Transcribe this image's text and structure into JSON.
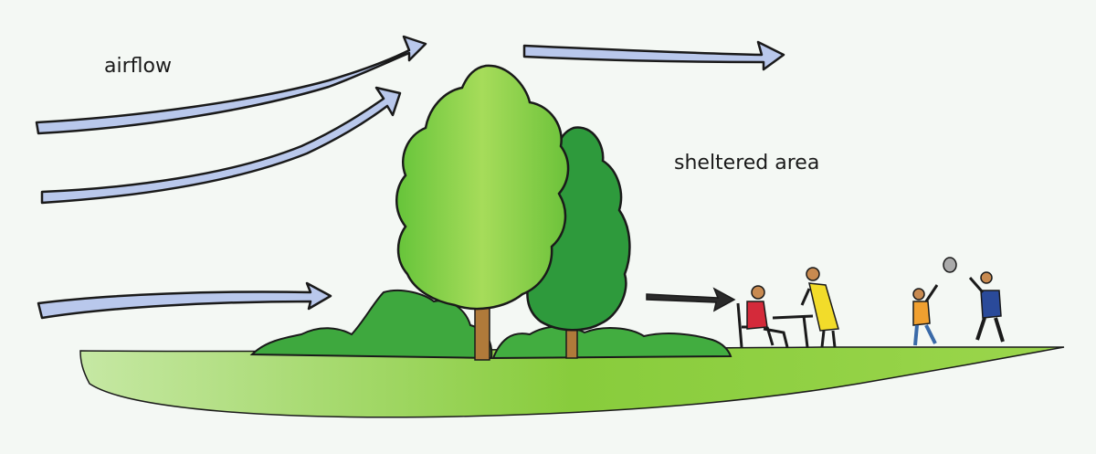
{
  "labels": {
    "airflow": "airflow",
    "sheltered_area": "sheltered area"
  },
  "colors": {
    "arrow_fill": "#b9c8ec",
    "arrow_outline": "#1a1a1a",
    "tree_light": "#8fd04a",
    "tree_dark": "#2e9a3c",
    "shrub": "#3ea83e",
    "ground": "#8ccf3e",
    "trunk": "#b07a3a",
    "background": "#f4f8f4"
  },
  "icons": [
    "airflow-arrow",
    "tree",
    "shrub",
    "person"
  ]
}
